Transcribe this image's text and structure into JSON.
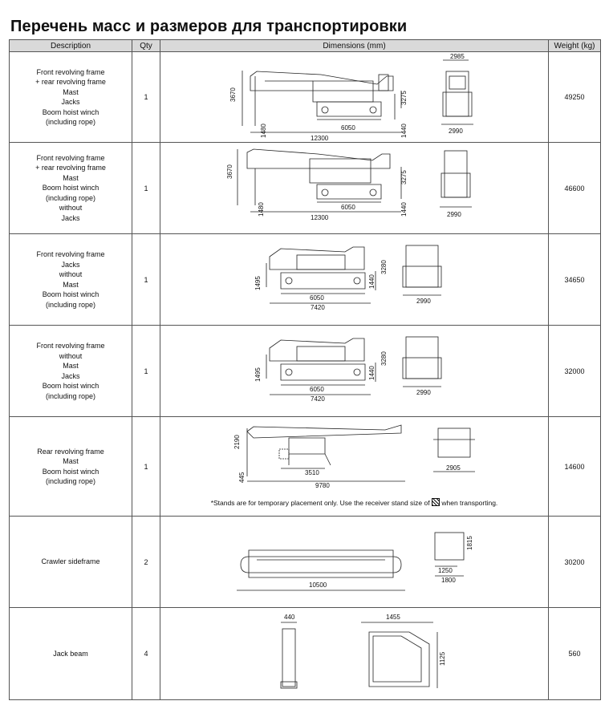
{
  "title": "Перечень масс и размеров для транспортировки",
  "headers": {
    "description": "Description",
    "qty": "Qty",
    "dimensions": "Dimensions (mm)",
    "weight": "Weight (kg)"
  },
  "rows": [
    {
      "description": [
        "Front revolving frame",
        "+ rear revolving frame",
        "Mast",
        "Jacks",
        "Boom hoist winch",
        "(including rope)"
      ],
      "qty": "1",
      "weight": "49250",
      "dims": {
        "height": "3670",
        "body_height": "3275",
        "track_len": "6050",
        "total_len": "12300",
        "front_ground": "1480",
        "track_height": "1440",
        "top_width": "2985",
        "width": "2990"
      }
    },
    {
      "description": [
        "Front revolving frame",
        "+ rear revolving frame",
        "Mast",
        "Boom hoist winch",
        "(including rope)",
        "without",
        "Jacks"
      ],
      "qty": "1",
      "weight": "46600",
      "dims": {
        "height": "3670",
        "body_height": "3275",
        "track_len": "6050",
        "total_len": "12300",
        "front_ground": "1480",
        "track_height": "1440",
        "width": "2990"
      }
    },
    {
      "description": [
        "Front revolving frame",
        "Jacks",
        "without",
        "Mast",
        "Boom hoist winch",
        "(including rope)"
      ],
      "qty": "1",
      "weight": "34650",
      "dims": {
        "left_height": "1495",
        "track_height": "1440",
        "height": "3280",
        "track_len": "6050",
        "total_len": "7420",
        "width": "2990"
      }
    },
    {
      "description": [
        "Front revolving frame",
        "without",
        "Mast",
        "Jacks",
        "Boom hoist winch",
        "(including rope)"
      ],
      "qty": "1",
      "weight": "32000",
      "dims": {
        "left_height": "1495",
        "track_height": "1440",
        "height": "3280",
        "track_len": "6050",
        "total_len": "7420",
        "width": "2990"
      }
    },
    {
      "description": [
        "Rear revolving frame",
        "Mast",
        "Boom hoist winch",
        "(including rope)"
      ],
      "qty": "1",
      "weight": "14600",
      "dims": {
        "height": "2190",
        "stand_height": "445",
        "stand_len": "3510",
        "total_len": "9780",
        "width": "2905"
      },
      "note": "*Stands are for temporary placement only. Use the receiver stand size of",
      "note_end": "when transporting."
    },
    {
      "description": [
        "Crawler sideframe"
      ],
      "qty": "2",
      "weight": "30200",
      "dims": {
        "length": "10500",
        "height": "1815",
        "inner_width": "1250",
        "width": "1800"
      }
    },
    {
      "description": [
        "Jack beam"
      ],
      "qty": "4",
      "weight": "560",
      "dims": {
        "width": "440",
        "length": "1455",
        "height": "1125"
      }
    }
  ]
}
